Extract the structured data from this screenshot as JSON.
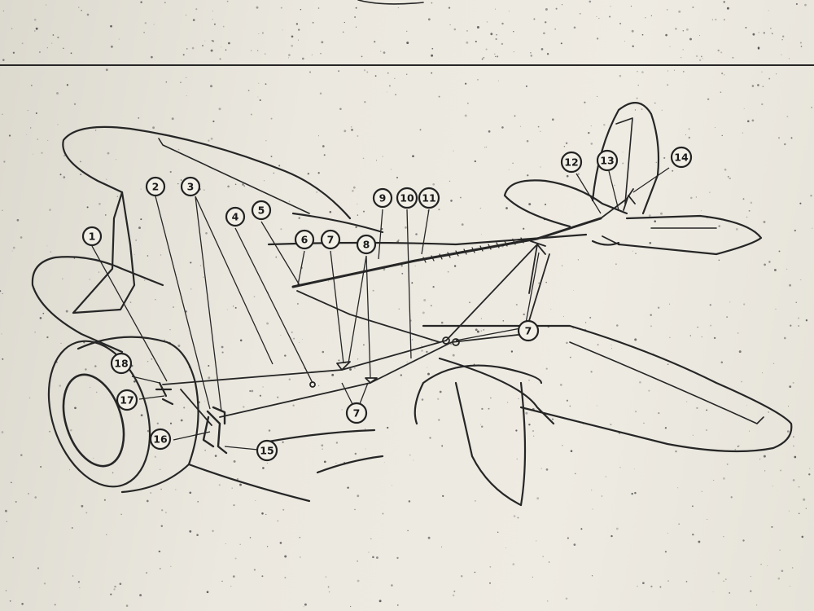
{
  "diagram": {
    "callouts": [
      {
        "id": "c1",
        "label": "1"
      },
      {
        "id": "c2",
        "label": "2"
      },
      {
        "id": "c3",
        "label": "3"
      },
      {
        "id": "c4",
        "label": "4"
      },
      {
        "id": "c5",
        "label": "5"
      },
      {
        "id": "c6",
        "label": "6"
      },
      {
        "id": "c7a",
        "label": "7"
      },
      {
        "id": "c8",
        "label": "8"
      },
      {
        "id": "c9",
        "label": "9"
      },
      {
        "id": "c10",
        "label": "10"
      },
      {
        "id": "c11",
        "label": "11"
      },
      {
        "id": "c12",
        "label": "12"
      },
      {
        "id": "c13",
        "label": "13"
      },
      {
        "id": "c14",
        "label": "14"
      },
      {
        "id": "c7b",
        "label": "7"
      },
      {
        "id": "c7c",
        "label": "7"
      },
      {
        "id": "c15",
        "label": "15"
      },
      {
        "id": "c16",
        "label": "16"
      },
      {
        "id": "c17",
        "label": "17"
      },
      {
        "id": "c18",
        "label": "18"
      }
    ]
  }
}
